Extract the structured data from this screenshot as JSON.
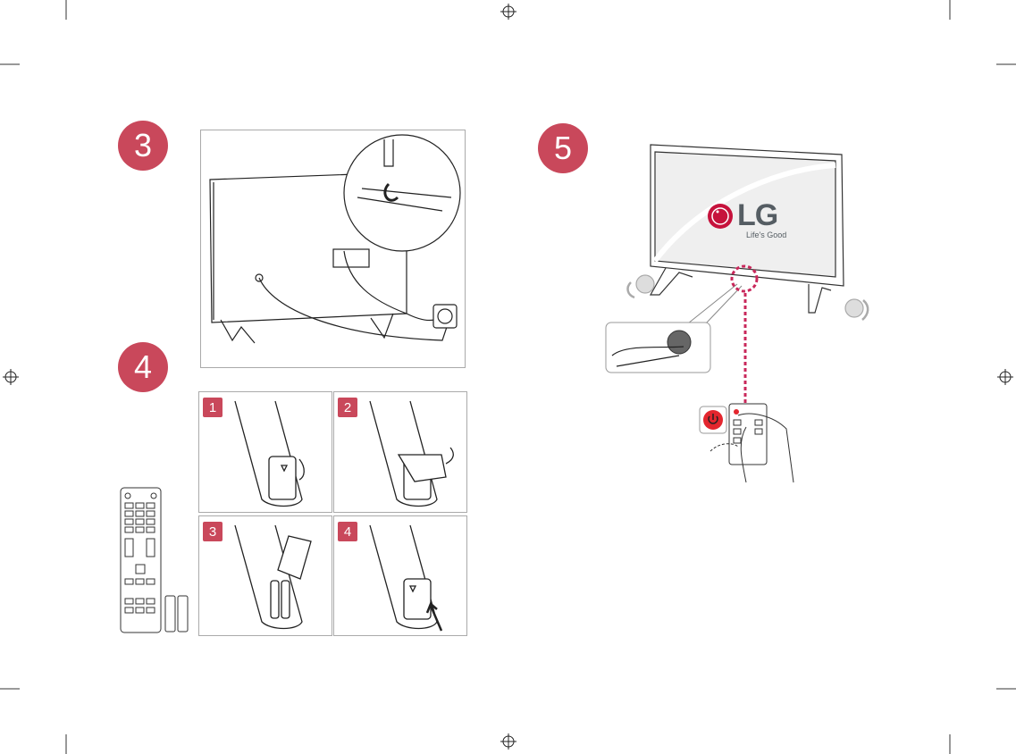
{
  "steps": {
    "step3": "3",
    "step4": "4",
    "step5": "5"
  },
  "substeps": [
    "1",
    "2",
    "3",
    "4"
  ],
  "tv_screen": {
    "brand": "LG",
    "slogan": "Life's Good"
  },
  "colors": {
    "accent": "#c9485b",
    "power_button": "#e3262e"
  }
}
